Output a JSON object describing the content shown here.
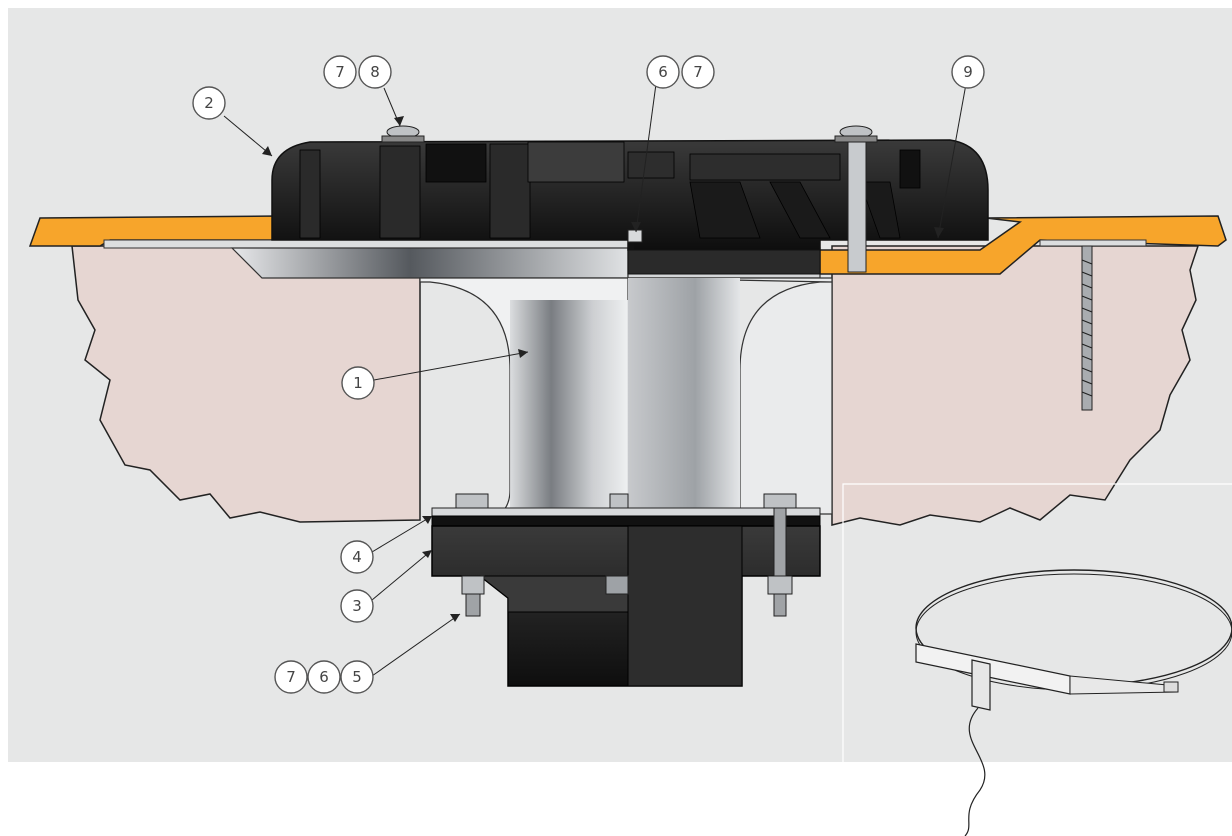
{
  "callouts": [
    {
      "id": "c-7a",
      "label": "7"
    },
    {
      "id": "c-8",
      "label": "8"
    },
    {
      "id": "c-6a",
      "label": "6"
    },
    {
      "id": "c-7b",
      "label": "7"
    },
    {
      "id": "c-9",
      "label": "9"
    },
    {
      "id": "c-2",
      "label": "2"
    },
    {
      "id": "c-1",
      "label": "1"
    },
    {
      "id": "c-4",
      "label": "4"
    },
    {
      "id": "c-3",
      "label": "3"
    },
    {
      "id": "c-7c",
      "label": "7"
    },
    {
      "id": "c-6b",
      "label": "6"
    },
    {
      "id": "c-5",
      "label": "5"
    }
  ],
  "colors": {
    "background": "#e6e7e7",
    "membrane": "#f7a52b",
    "concrete": "#e6d6d2",
    "drain_body": "#1c1c1c",
    "steel": "#b9bcbf"
  }
}
